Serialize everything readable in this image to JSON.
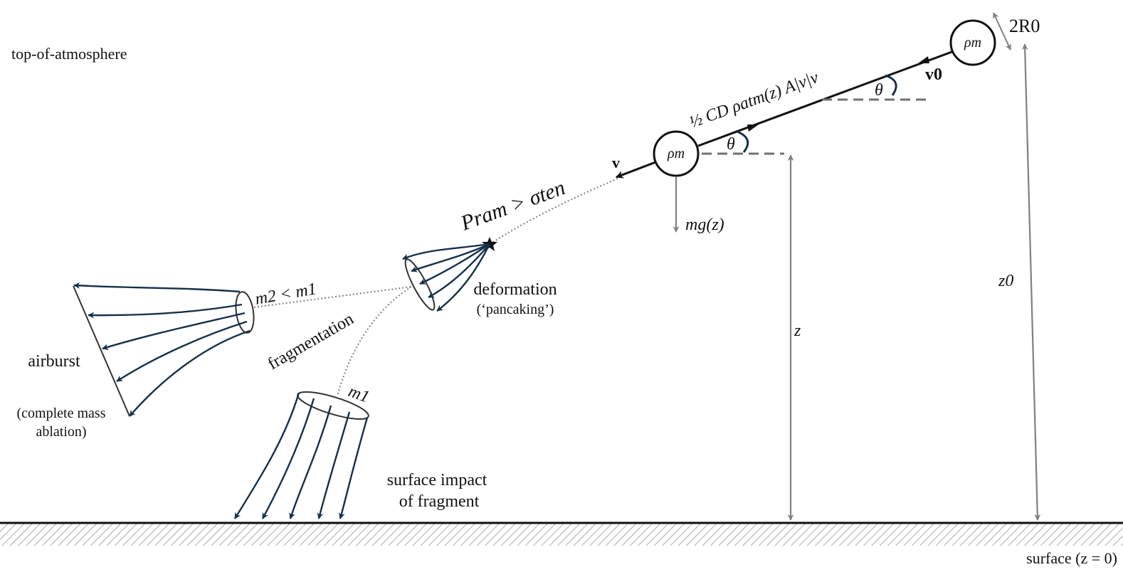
{
  "labels": {
    "top_of_atmosphere": "top-of-atmosphere",
    "surface": "surface (z = 0)",
    "rho_m": "ρm",
    "two_R0": "2R0",
    "v0": "v0",
    "v": "v",
    "theta": "θ",
    "drag": "½ CD ρatm(z) A|v|v",
    "gravity": "mg(z)",
    "z": "z",
    "z0": "z0",
    "ram_condition": "Pram > σten",
    "deformation": "deformation",
    "pancaking": "(‘pancaking’)",
    "fragmentation": "fragmentation",
    "m2_lt_m1": "m2 < m1",
    "m1": "m1",
    "airburst": "airburst",
    "complete_mass": "(complete mass",
    "ablation": "ablation)",
    "surface_impact_line1": "surface impact",
    "surface_impact_line2": "of fragment"
  },
  "colors": {
    "line": "#111111",
    "arrow_navy": "#15304a",
    "gray": "#808080",
    "dash": "#707070",
    "dotted": "#8a8a8a"
  }
}
